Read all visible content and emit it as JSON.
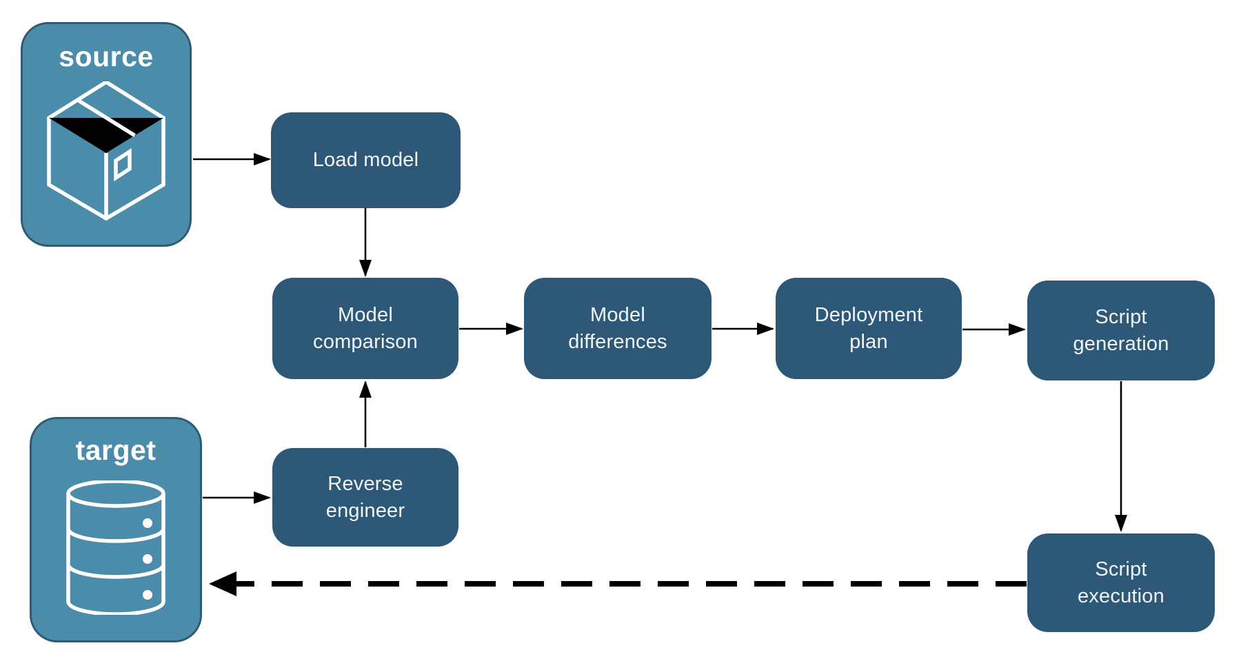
{
  "diagram": {
    "type": "flowchart",
    "colors": {
      "node_fill": "#2D5878",
      "endpoint_fill": "#4B8CAB",
      "endpoint_border": "#2E5B73",
      "node_label": "#F2F6F9",
      "endpoint_label": "#FFFFFF",
      "arrow": "#000000",
      "icon": "#FFFFFF",
      "background": "#FFFFFF"
    },
    "endpoints": [
      {
        "id": "source",
        "label": "source",
        "icon": "package-icon"
      },
      {
        "id": "target",
        "label": "target",
        "icon": "database-icon"
      }
    ],
    "nodes": [
      {
        "id": "load-model",
        "label": "Load model"
      },
      {
        "id": "model-comparison",
        "label": "Model\ncomparison"
      },
      {
        "id": "model-differences",
        "label": "Model\ndifferences"
      },
      {
        "id": "deployment-plan",
        "label": "Deployment\nplan"
      },
      {
        "id": "script-generation",
        "label": "Script\ngeneration"
      },
      {
        "id": "reverse-engineer",
        "label": "Reverse\nengineer"
      },
      {
        "id": "script-execution",
        "label": "Script\nexecution"
      }
    ],
    "edges": [
      {
        "from": "source",
        "to": "load-model",
        "style": "solid"
      },
      {
        "from": "load-model",
        "to": "model-comparison",
        "style": "solid"
      },
      {
        "from": "model-comparison",
        "to": "model-differences",
        "style": "solid"
      },
      {
        "from": "model-differences",
        "to": "deployment-plan",
        "style": "solid"
      },
      {
        "from": "deployment-plan",
        "to": "script-generation",
        "style": "solid"
      },
      {
        "from": "script-generation",
        "to": "script-execution",
        "style": "solid"
      },
      {
        "from": "target",
        "to": "reverse-engineer",
        "style": "solid"
      },
      {
        "from": "reverse-engineer",
        "to": "model-comparison",
        "style": "solid"
      },
      {
        "from": "script-execution",
        "to": "target",
        "style": "dashed"
      }
    ]
  }
}
